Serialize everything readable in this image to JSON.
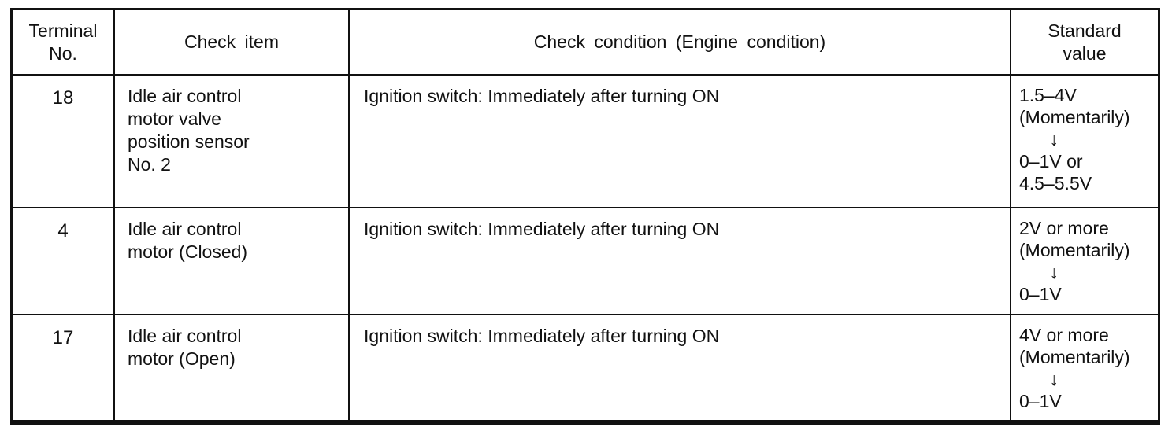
{
  "table": {
    "columns": [
      {
        "label": "Terminal\nNo."
      },
      {
        "label": "Check item"
      },
      {
        "label": "Check condition (Engine condition)"
      },
      {
        "label": "Standard\nvalue"
      }
    ],
    "rows": [
      {
        "terminal": "18",
        "check_item": "Idle air control\nmotor valve\nposition sensor\nNo. 2",
        "check_condition": "Ignition switch: Immediately after turning ON",
        "standard_value": "1.5–4V\n(Momentarily)\n      ↓\n0–1V or\n4.5–5.5V"
      },
      {
        "terminal": "4",
        "check_item": "Idle air control\nmotor (Closed)",
        "check_condition": "Ignition switch: Immediately after turning ON",
        "standard_value": "2V or more\n(Momentarily)\n      ↓\n0–1V"
      },
      {
        "terminal": "17",
        "check_item": "Idle air control\nmotor (Open)",
        "check_condition": "Ignition switch: Immediately after turning ON",
        "standard_value": "4V or more\n(Momentarily)\n      ↓\n0–1V"
      }
    ]
  }
}
